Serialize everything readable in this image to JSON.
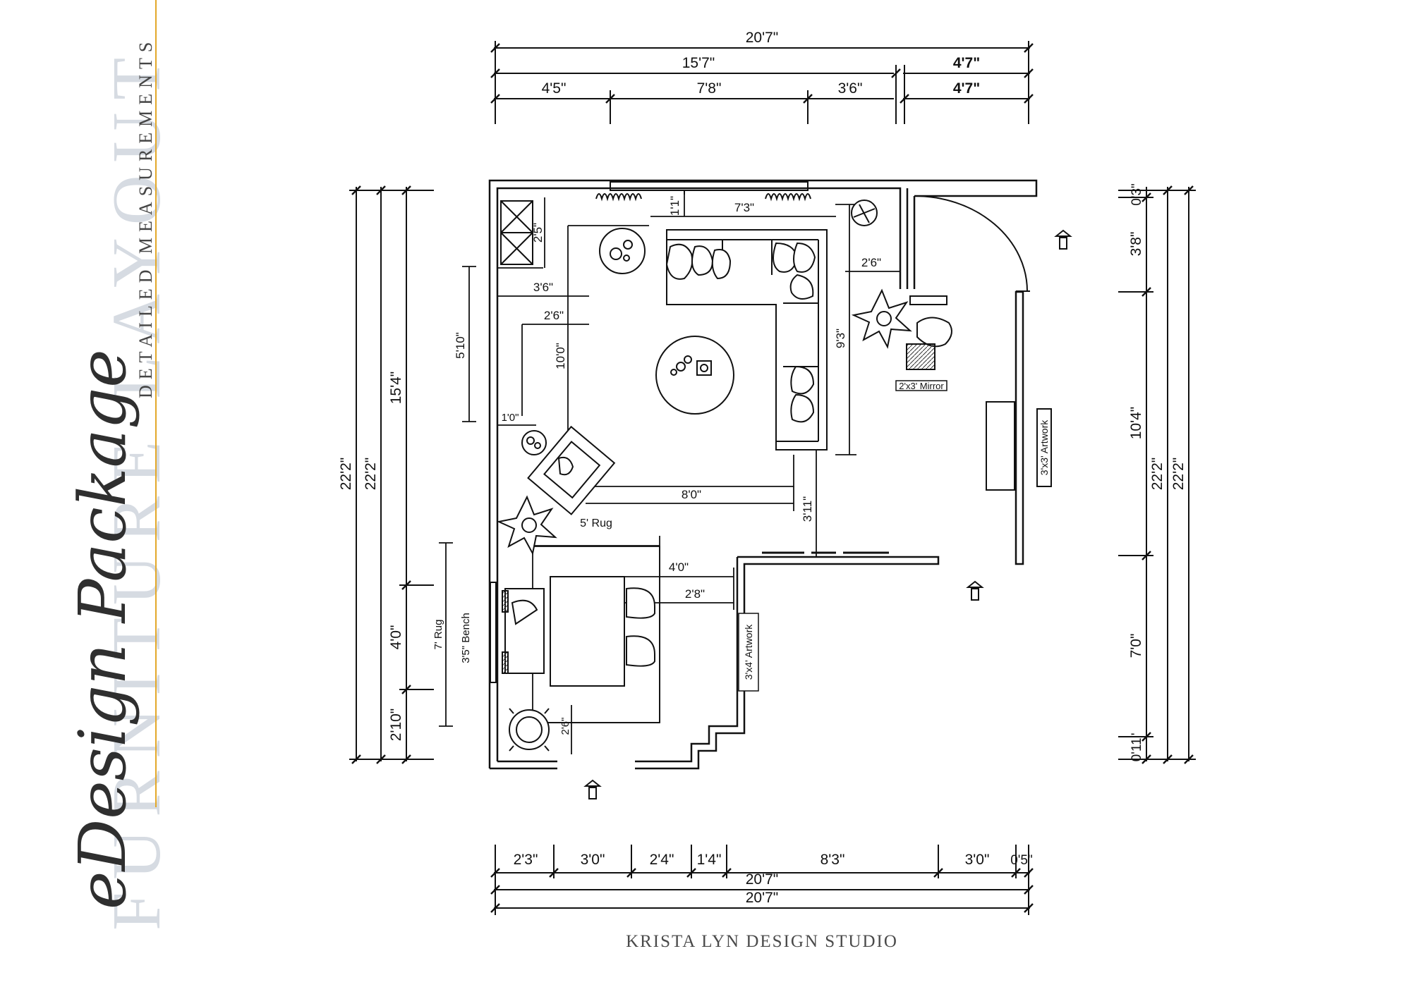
{
  "sidebar": {
    "script_title": "eDesign Package",
    "watermark_title": "FURNITURE LAYOUT",
    "subtitle": "DETAILED MEASUREMENTS",
    "accent_color": "#e3a82a"
  },
  "footer": {
    "studio": "KRISTA LYN DESIGN STUDIO"
  },
  "dimensions": {
    "top_total": "20'7\"",
    "top_left": "15'7\"",
    "top_right": "4'7\"",
    "top_seg1": "4'5\"",
    "top_seg2": "7'8\"",
    "top_seg3": "3'6\"",
    "top_seg4": "4'7\"",
    "left_total_outer": "22'2\"",
    "left_total_inner": "22'2\"",
    "left_upper": "15'4\"",
    "left_mid": "4'0\"",
    "left_lower": "2'10\"",
    "right_seg1": "0'3\"",
    "right_seg2": "3'8\"",
    "right_seg3": "10'4\"",
    "right_seg4": "7'0\"",
    "right_seg5": "0'11\"",
    "right_total_a": "22'2\"",
    "right_total_b": "22'2\"",
    "bottom_seg1": "2'3\"",
    "bottom_seg2": "3'0\"",
    "bottom_seg3": "2'4\"",
    "bottom_seg4": "1'4\"",
    "bottom_seg5": "8'3\"",
    "bottom_seg6": "3'0\"",
    "bottom_seg7": "0'5\"",
    "bottom_total_a": "20'7\"",
    "bottom_total_b": "20'7\""
  },
  "interior_labels": {
    "sofa_top_gap": "1'1\"",
    "sofa_width": "7'3\"",
    "cabinet_depth": "2'5\"",
    "sofa_to_door": "2'6\"",
    "rug_to_wall": "3'6\"",
    "chair_clearance": "2'6\"",
    "wall_span": "5'10\"",
    "rug_depth": "10'0\"",
    "sofa_depth": "9'3\"",
    "chair_gap": "1'0\"",
    "rug_width": "8'0\"",
    "walkway": "3'11\"",
    "rug_5": "5' Rug",
    "table_clearance": "4'0\"",
    "stool_clearance": "2'8\"",
    "rug_7": "7' Rug",
    "bench": "3'5\" Bench",
    "artwork_left": "3'x4' Artwork",
    "artwork_right": "3'x3' Artwork",
    "mirror": "2'x3' Mirror",
    "chair_bottom": "2'6\""
  }
}
